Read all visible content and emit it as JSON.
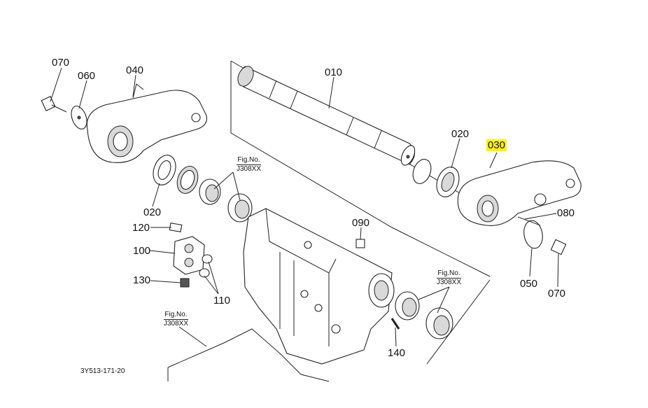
{
  "labels": {
    "p070_left": "070",
    "p060": "060",
    "p040": "040",
    "p010": "010",
    "p020_right": "020",
    "p030": "030",
    "p080": "080",
    "p050": "050",
    "p070_right": "070",
    "p020_left": "020",
    "p120": "120",
    "p100": "100",
    "p130": "130",
    "p110": "110",
    "p090": "090",
    "p140": "140"
  },
  "fig_refs": {
    "top": {
      "line1": "Fig.No.",
      "line2": "J308XX"
    },
    "right": {
      "line1": "Fig.No.",
      "line2": "J308XX"
    },
    "bottom": {
      "line1": "Fig.No.",
      "line2": "J308XX"
    }
  },
  "diagram_code": "3Y513-171-20",
  "highlight_color": "#fff200"
}
